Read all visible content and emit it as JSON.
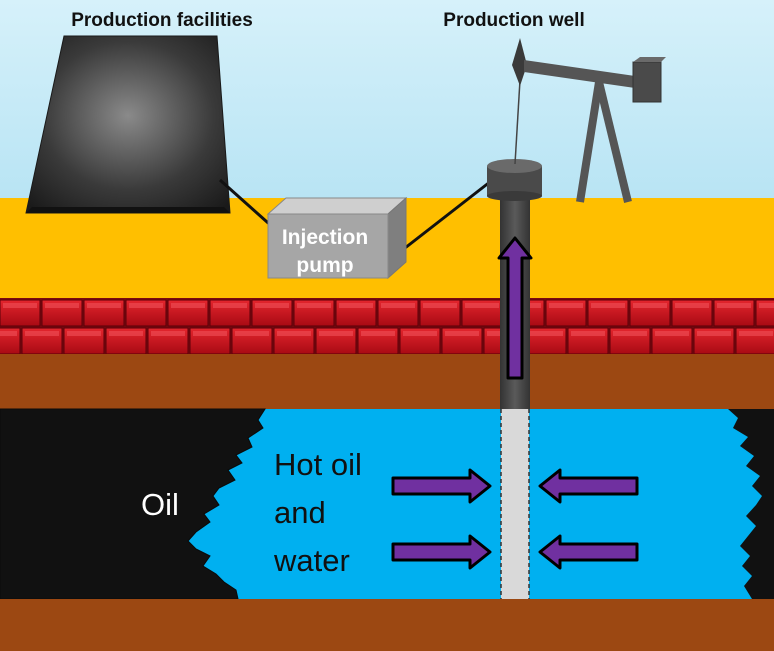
{
  "labels": {
    "production_facilities": "Production facilities",
    "production_well": "Production well",
    "injection_pump_line1": "Injection",
    "injection_pump_line2": "pump",
    "oil": "Oil",
    "hot_oil_line1": "Hot oil",
    "hot_oil_line2": "and",
    "hot_oil_line3": "water"
  },
  "colors": {
    "sky": "#c8ecf8",
    "ground_surface": "#ffbf00",
    "brick": "#c8101c",
    "soil": "#9c4812",
    "water_zone": "#00b0f0",
    "oil_zone": "#111111",
    "flow_arrow": "#7030a0",
    "pump_box": "#a6a6a6",
    "well_pipe": "#4a4a4a"
  },
  "icons": [
    "pumpjack-icon",
    "flow-arrow-icon",
    "facility-building-icon",
    "injection-pump-icon"
  ]
}
